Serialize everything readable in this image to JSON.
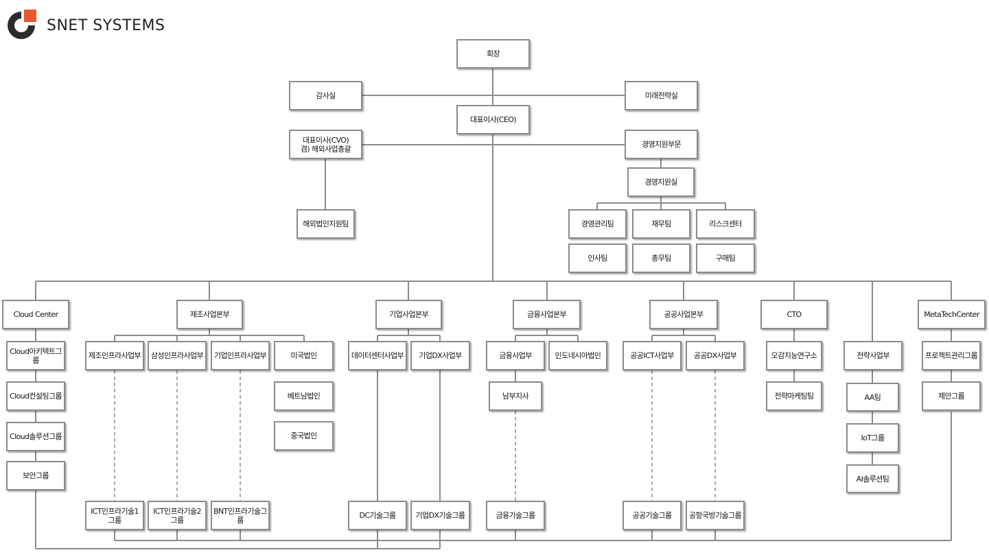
{
  "logo": {
    "text": "SNET SYSTEMS",
    "colors": {
      "orange": "#e8562a",
      "dark": "#2b2b2b"
    }
  },
  "chart": {
    "chairman": "회장",
    "audit": "감사실",
    "future_strategy": "미래전략실",
    "ceo": "대표이사(CEO)",
    "cvo_line1": "대표이사(CVO)",
    "cvo_line2": "겸) 해외사업총괄",
    "mgmt_support_div": "경영지원부문",
    "overseas_support": "해외법인지원팀",
    "mgmt_support_office": "경영지원실",
    "mgmt_admin": "경영관리팀",
    "finance": "재무팀",
    "risk_center": "리스크센터",
    "hr": "인사팀",
    "general_affairs": "총무팀",
    "purchasing": "구매팀",
    "cloud_center": "Cloud Center",
    "cloud_architect": "Cloud아키텍트그룹",
    "cloud_consulting": "Cloud컨설팅그룹",
    "cloud_solution": "Cloud솔루션그룹",
    "security": "보안그룹",
    "mfg_hq": "제조사업본부",
    "mfg_infra": "제조인프라사업부",
    "samsung_infra": "삼성인프라사업부",
    "corp_infra": "기업인프라사업부",
    "us_corp": "미국법인",
    "vietnam_corp": "베트남법인",
    "china_corp": "중국법인",
    "ict_tech1": "ICT인프라기술1그룹",
    "ict_tech2": "ICT인프라기술2그룹",
    "bnt_tech": "BNT인프라기술그룹",
    "enterprise_hq": "기업사업본부",
    "datacenter": "데이터센터사업부",
    "enterprise_dx": "기업DX사업부",
    "dc_tech": "DC기술그룹",
    "enterprise_dx_tech": "기업DX기술그룹",
    "finance_hq": "금융사업본부",
    "finance_biz": "금융사업부",
    "indonesia_corp": "인도네시아법인",
    "south_branch": "남부지사",
    "finance_tech": "금융기술그룹",
    "public_hq": "공공사업본부",
    "public_ict": "공공ICT사업부",
    "public_dx": "공공DX사업부",
    "public_tech": "공공기술그룹",
    "airport_tech": "공항국방기술그룹",
    "cto": "CTO",
    "ogamji_lab": "오감지능연구소",
    "strategic_marketing": "전략마케팅팀",
    "strategy_biz": "전략사업부",
    "aa_team": "AA팀",
    "iot_group": "IoT그룹",
    "ai_solution": "AI솔루션팀",
    "metatech_center": "MetaTechCenter",
    "project_mgmt": "프로젝트관리그룹",
    "proposal": "제안그룹"
  }
}
